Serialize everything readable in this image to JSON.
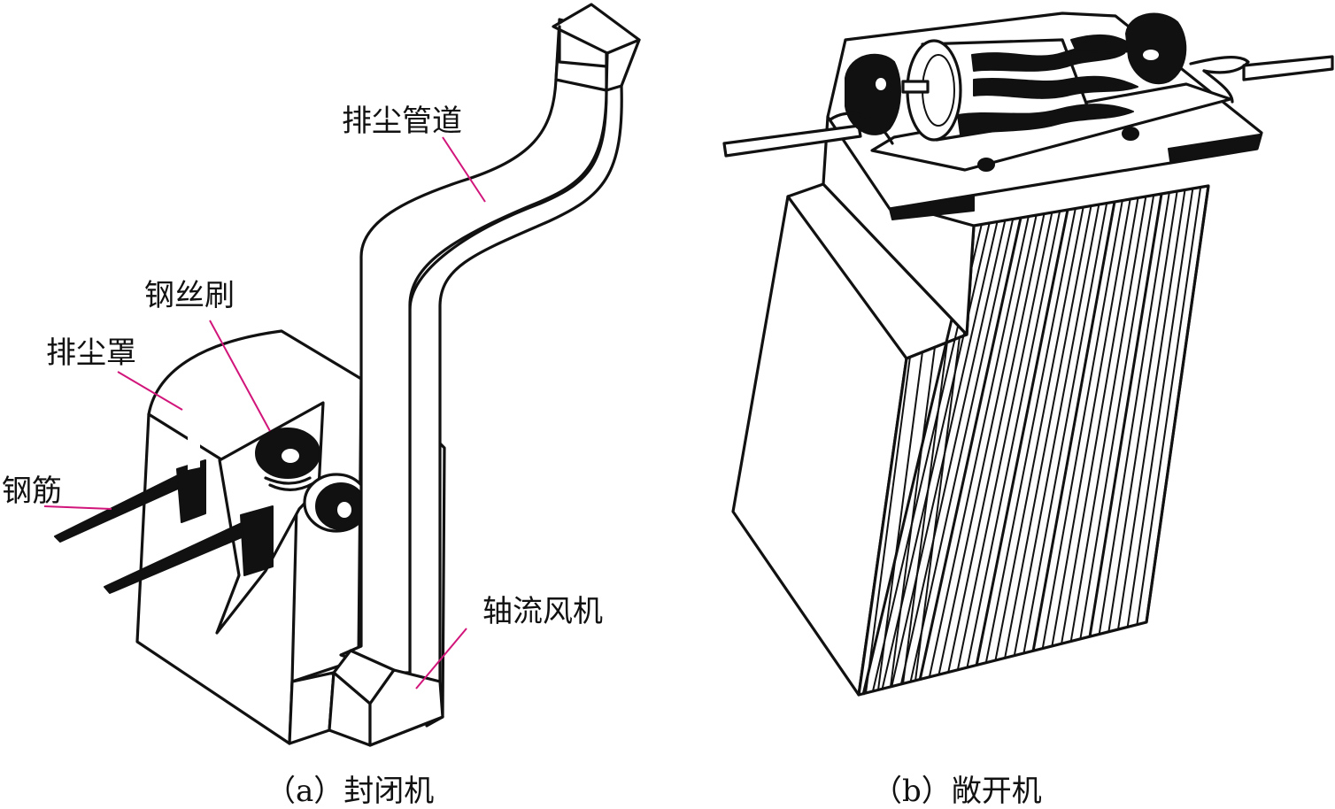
{
  "diagram_a": {
    "caption": "（a）封闭机",
    "labels": {
      "dust_duct": "排尘管道",
      "wire_brush": "钢丝刷",
      "dust_hood": "排尘罩",
      "rebar": "钢筋",
      "axial_fan": "轴流风机"
    }
  },
  "diagram_b": {
    "caption": "（b）敞开机"
  },
  "colors": {
    "leader": "#d1157a",
    "line": "#111111"
  }
}
